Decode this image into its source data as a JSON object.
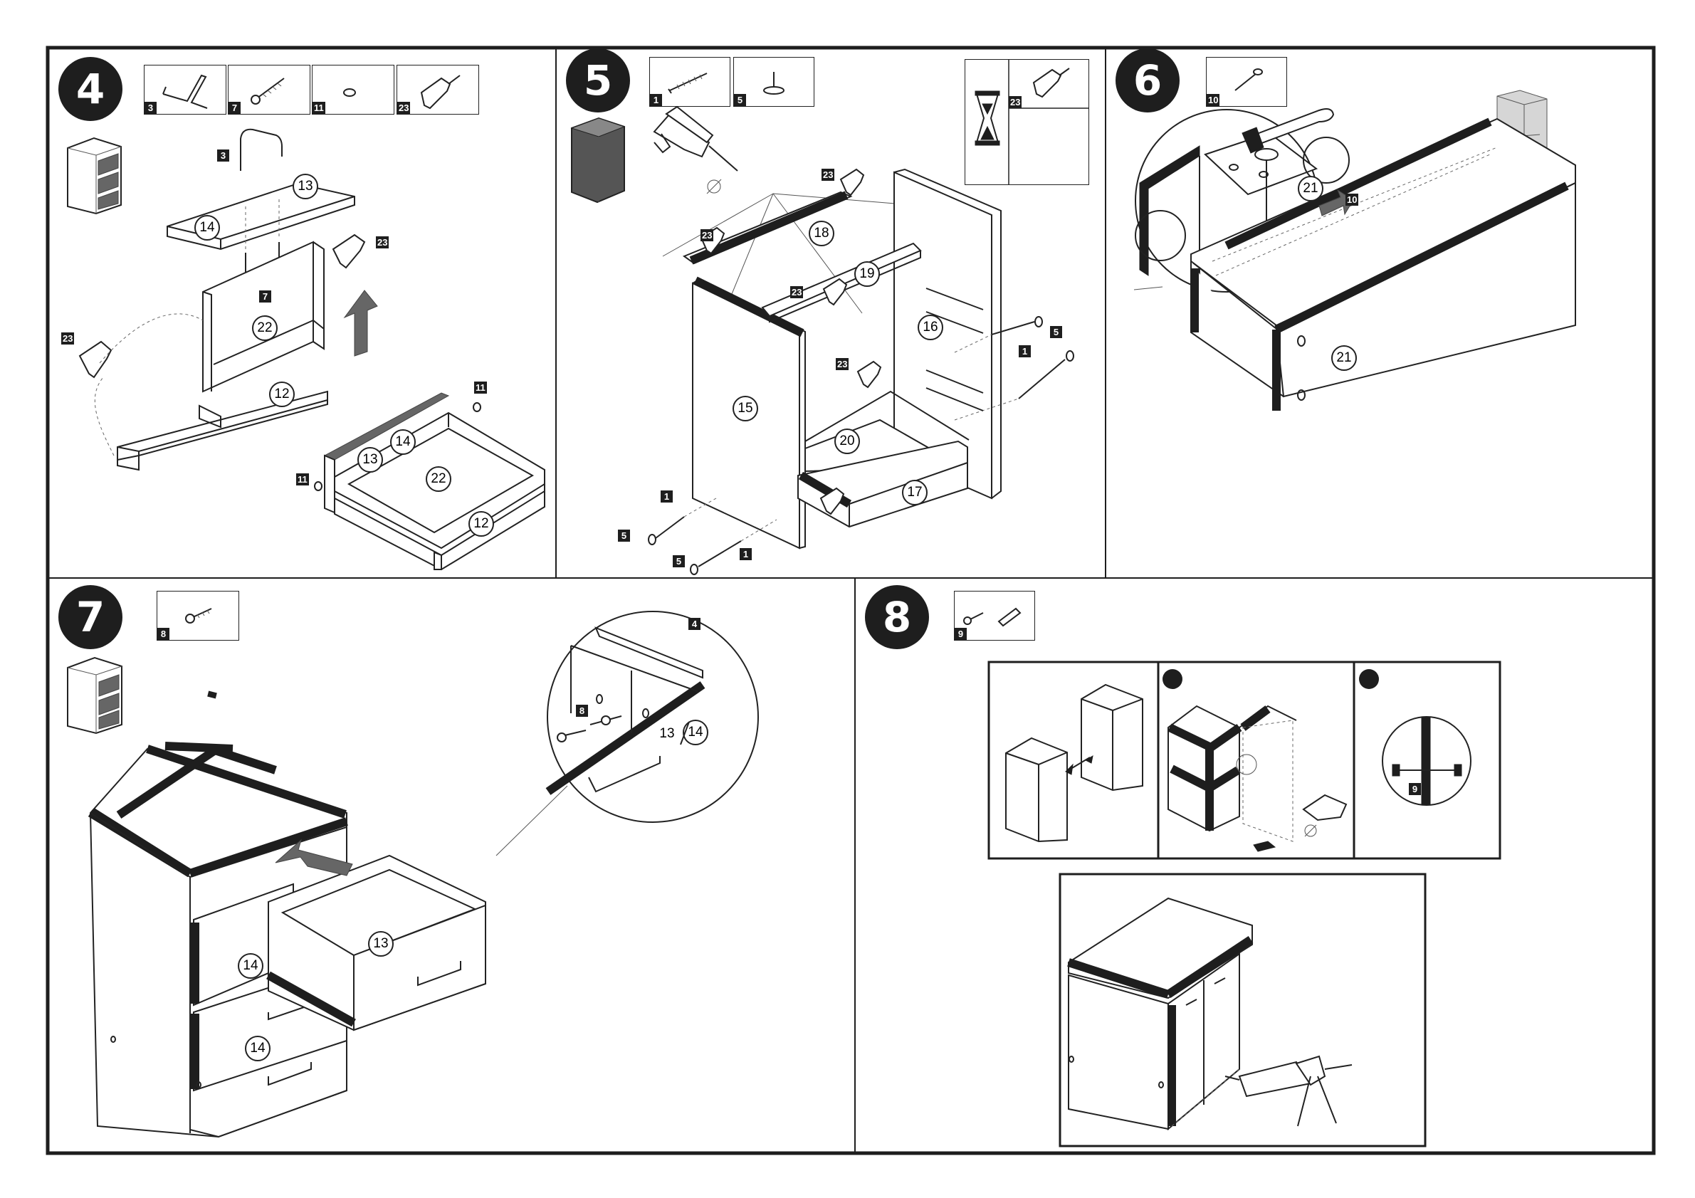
{
  "steps": [
    {
      "number": "4",
      "parts": [
        "3",
        "7",
        "11",
        "23"
      ],
      "callouts": [
        "3",
        "7",
        "23",
        "23",
        "11",
        "11"
      ],
      "labels": [
        "13",
        "14",
        "22",
        "12",
        "13",
        "14",
        "22",
        "12"
      ]
    },
    {
      "number": "5",
      "parts": [
        "1",
        "5"
      ],
      "glue_box_part": "23",
      "callouts": [
        "23",
        "23",
        "23",
        "23",
        "5",
        "1",
        "1",
        "5",
        "5",
        "1"
      ],
      "labels": [
        "18",
        "19",
        "16",
        "15",
        "20",
        "17"
      ]
    },
    {
      "number": "6",
      "parts": [
        "10"
      ],
      "callouts": [
        "10"
      ],
      "labels": [
        "21",
        "21"
      ]
    },
    {
      "number": "7",
      "parts": [
        "8"
      ],
      "callouts": [
        "4",
        "8"
      ],
      "labels": [
        "13",
        "14",
        "14",
        "13",
        "14"
      ]
    },
    {
      "number": "8",
      "parts": [
        "9"
      ],
      "callouts": [
        "9"
      ]
    }
  ]
}
